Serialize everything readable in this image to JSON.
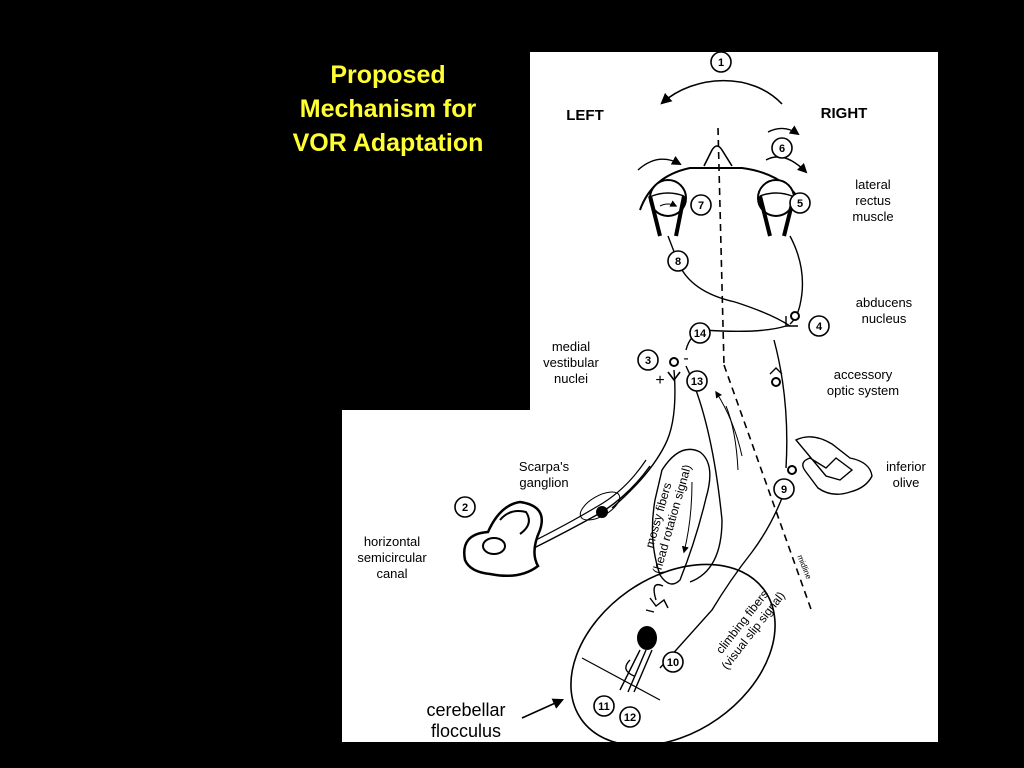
{
  "title": [
    "Proposed",
    "Mechanism for",
    "VOR Adaptation"
  ],
  "colors": {
    "background": "#000000",
    "title": "#ffff33",
    "panel": "#ffffff",
    "ink": "#000000"
  },
  "side_labels": {
    "left": "LEFT",
    "right": "RIGHT"
  },
  "labels": {
    "lateral_rectus": [
      "lateral",
      "rectus",
      "muscle"
    ],
    "abducens": [
      "abducens",
      "nucleus"
    ],
    "medial_vestibular": [
      "medial",
      "vestibular",
      "nuclei"
    ],
    "accessory_optic": [
      "accessory",
      "optic system"
    ],
    "inferior_olive": [
      "inferior",
      "olive"
    ],
    "scarpas": [
      "Scarpa's",
      "ganglion"
    ],
    "horizontal_canal": [
      "horizontal",
      "semicircular",
      "canal"
    ],
    "mossy_fibers": [
      "mossy fibers",
      "(head rotation signal)"
    ],
    "climbing_fibers": [
      "climbing fibers",
      "(visual slip signal)"
    ],
    "midline": "midline",
    "flocculus": [
      "cerebellar",
      "flocculus"
    ],
    "plus": "+",
    "minus": "-"
  },
  "step_numbers": [
    "1",
    "2",
    "3",
    "4",
    "5",
    "6",
    "7",
    "8",
    "9",
    "10",
    "11",
    "12",
    "13",
    "14"
  ]
}
